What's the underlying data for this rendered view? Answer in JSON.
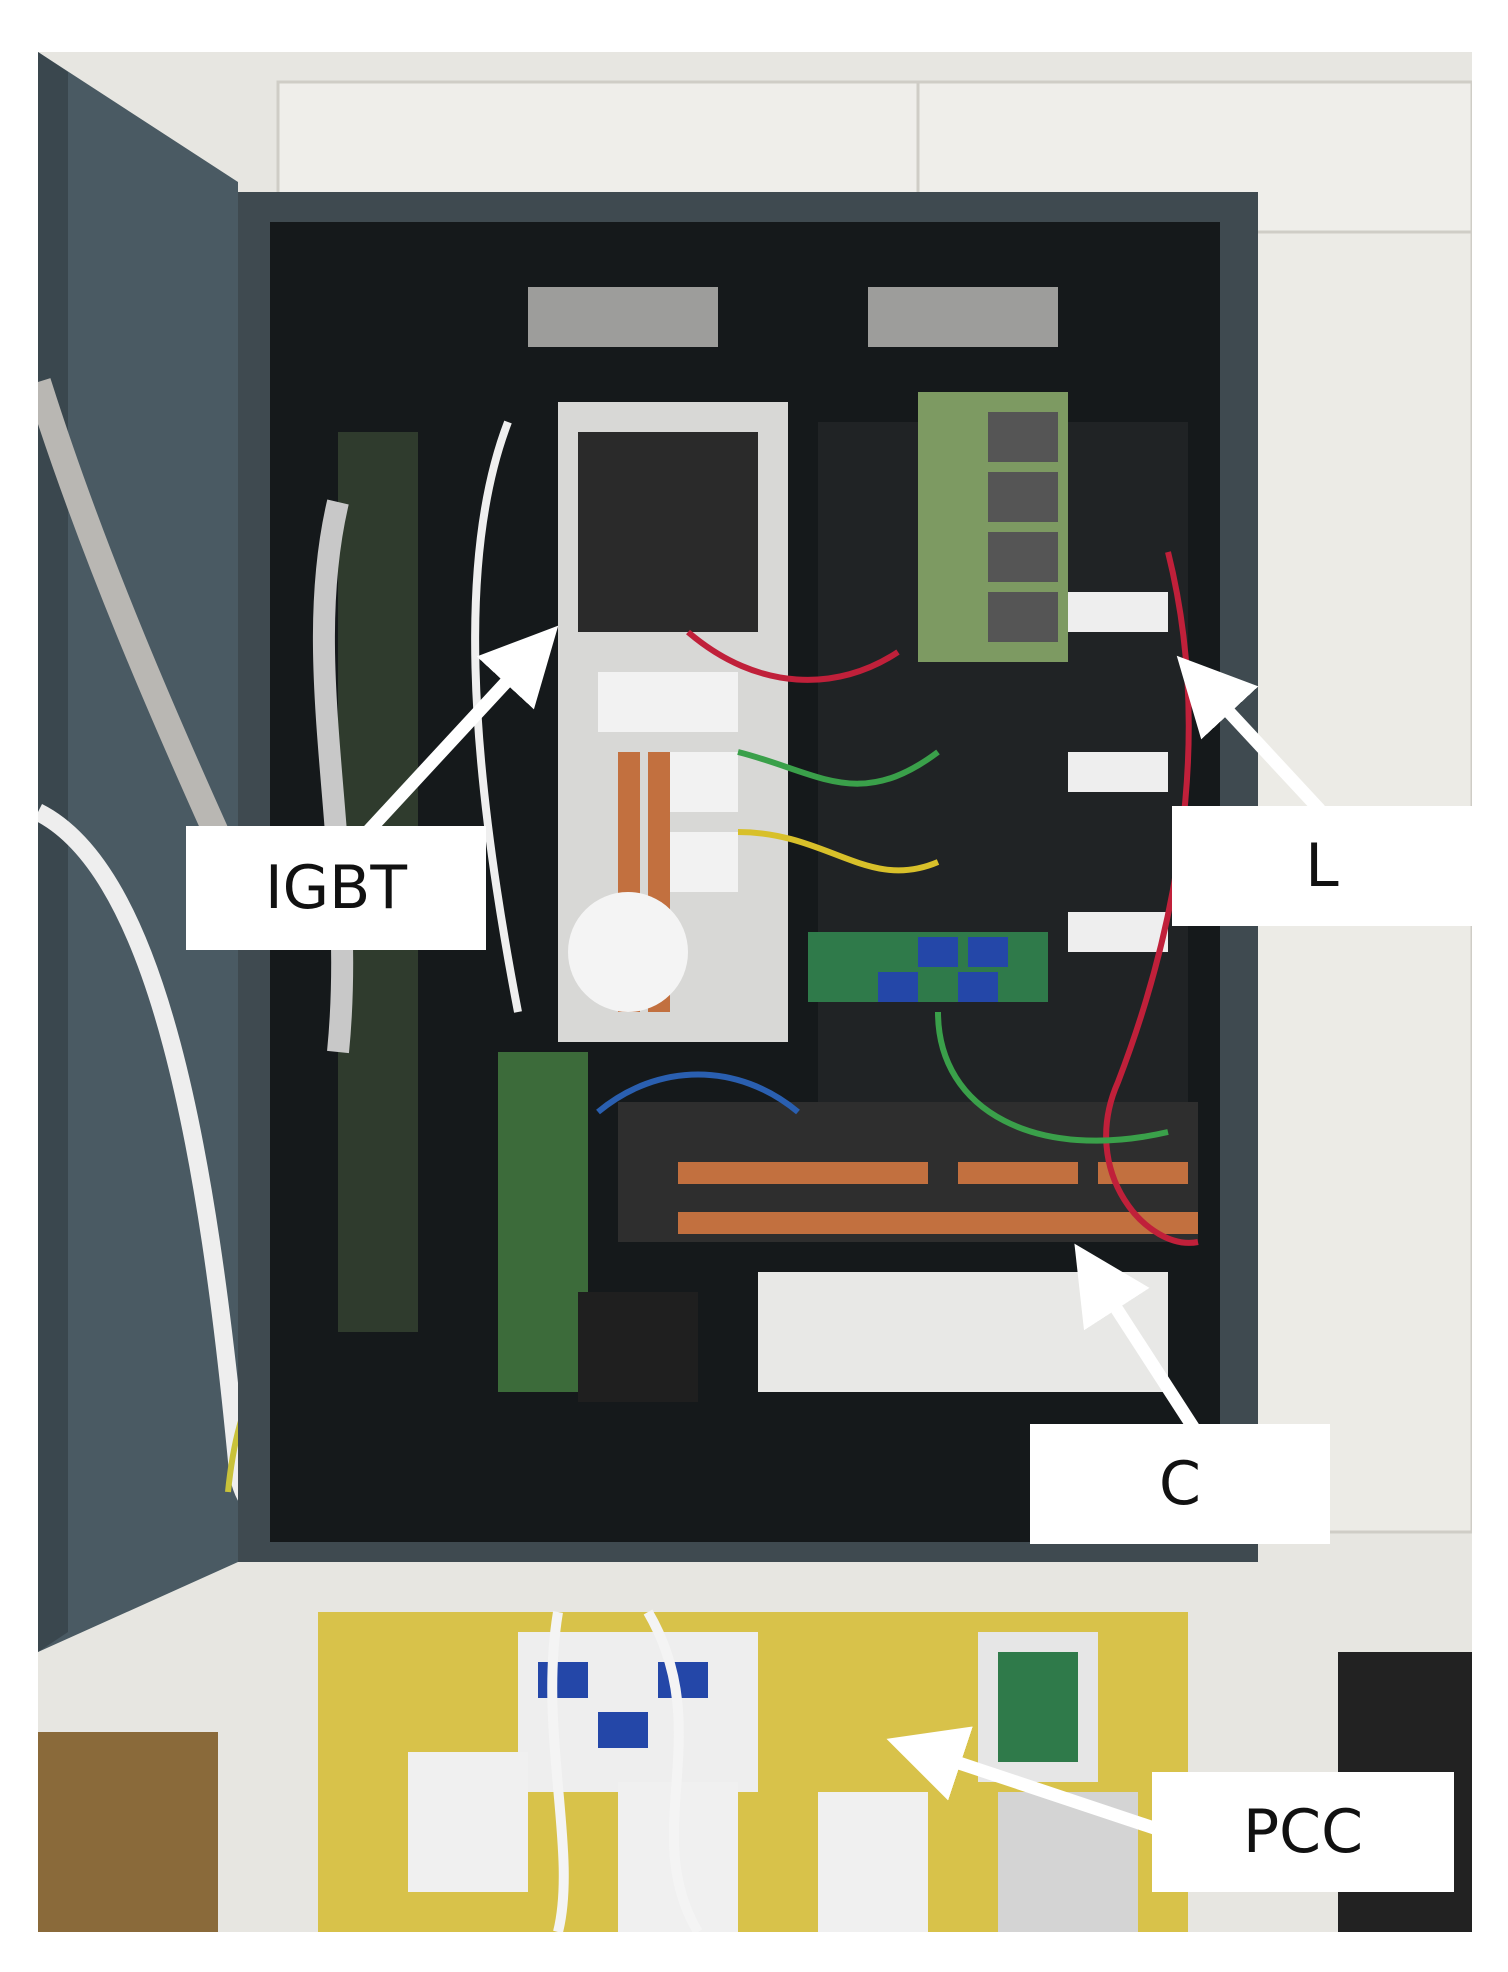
{
  "figure": {
    "labels": {
      "igbt": "IGBT",
      "inductor": "L",
      "capacitor": "C",
      "pcc": "PCC"
    },
    "colors": {
      "cabinet": "#3f4a50",
      "cabinet_inner": "#15191b",
      "door": "#4a5a63",
      "wall": "#e7e6e1",
      "arrow": "#ffffff",
      "label_background": "#ffffff",
      "label_text": "#111111",
      "copper": "#c2703f",
      "backplate": "#d8c24a"
    }
  }
}
